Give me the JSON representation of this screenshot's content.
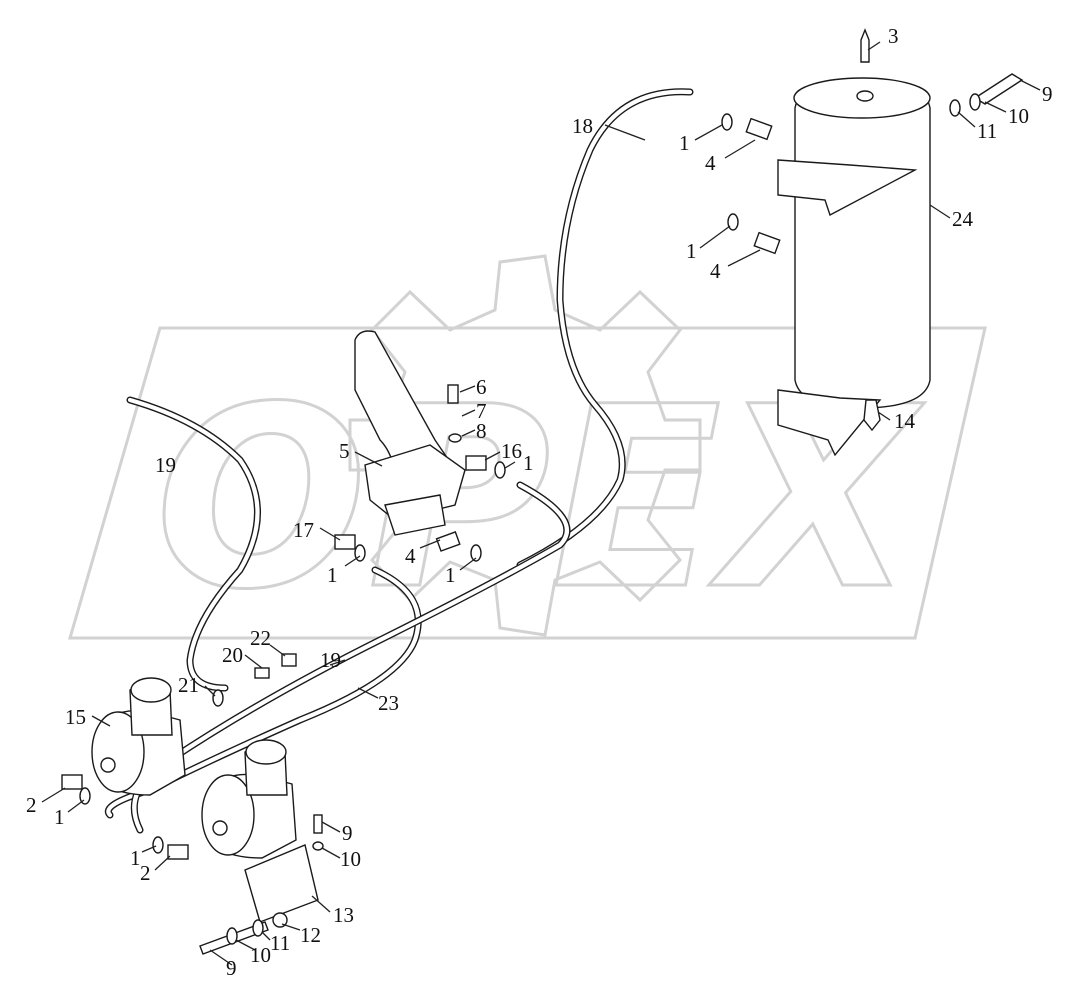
{
  "watermark": {
    "text": "OPEX"
  },
  "callouts": [
    {
      "id": "c3",
      "text": "3"
    },
    {
      "id": "c9a",
      "text": "9"
    },
    {
      "id": "c10a",
      "text": "10"
    },
    {
      "id": "c11a",
      "text": "11"
    },
    {
      "id": "c18",
      "text": "18"
    },
    {
      "id": "c1a",
      "text": "1"
    },
    {
      "id": "c4a",
      "text": "4"
    },
    {
      "id": "c24",
      "text": "24"
    },
    {
      "id": "c1b",
      "text": "1"
    },
    {
      "id": "c4b",
      "text": "4"
    },
    {
      "id": "c6",
      "text": "6"
    },
    {
      "id": "c7",
      "text": "7"
    },
    {
      "id": "c8",
      "text": "8"
    },
    {
      "id": "c5",
      "text": "5"
    },
    {
      "id": "c16",
      "text": "16"
    },
    {
      "id": "c1c",
      "text": "1"
    },
    {
      "id": "c14",
      "text": "14"
    },
    {
      "id": "c19a",
      "text": "19"
    },
    {
      "id": "c17",
      "text": "17"
    },
    {
      "id": "c4c",
      "text": "4"
    },
    {
      "id": "c1d",
      "text": "1"
    },
    {
      "id": "c1e",
      "text": "1"
    },
    {
      "id": "c22",
      "text": "22"
    },
    {
      "id": "c20",
      "text": "20"
    },
    {
      "id": "c19b",
      "text": "19"
    },
    {
      "id": "c21",
      "text": "21"
    },
    {
      "id": "c23",
      "text": "23"
    },
    {
      "id": "c15",
      "text": "15"
    },
    {
      "id": "c2a",
      "text": "2"
    },
    {
      "id": "c1f",
      "text": "1"
    },
    {
      "id": "c9b",
      "text": "9"
    },
    {
      "id": "c1g",
      "text": "1"
    },
    {
      "id": "c2b",
      "text": "2"
    },
    {
      "id": "c10b",
      "text": "10"
    },
    {
      "id": "c13",
      "text": "13"
    },
    {
      "id": "c11b",
      "text": "11"
    },
    {
      "id": "c12",
      "text": "12"
    },
    {
      "id": "c10c",
      "text": "10"
    },
    {
      "id": "c9c",
      "text": "9"
    }
  ]
}
